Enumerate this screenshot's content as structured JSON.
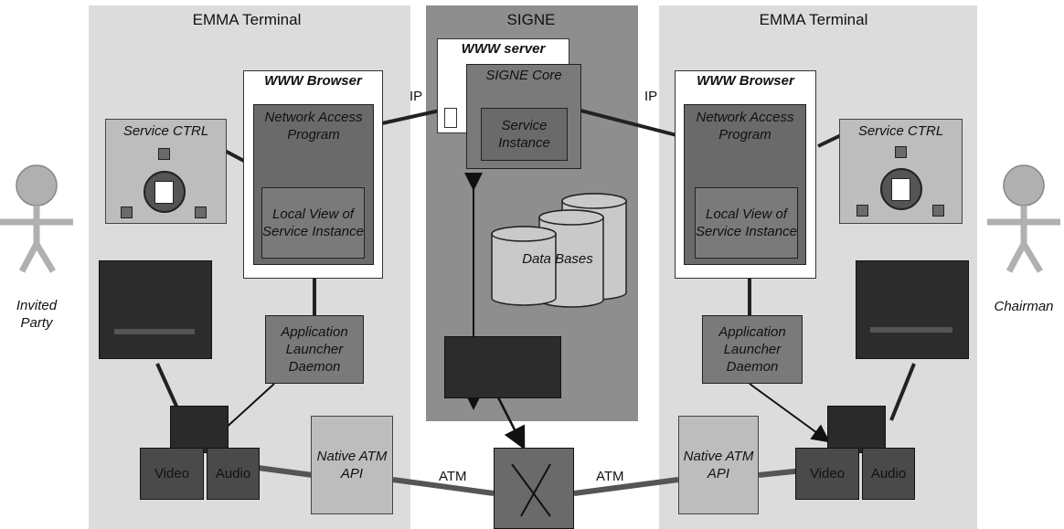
{
  "left_terminal": {
    "title": "EMMA Terminal",
    "browser": "WWW Browser",
    "network_access": "Network Access Program",
    "local_view": "Local View of Service Instance",
    "service_ctrl": "Service CTRL",
    "app_launcher": "Application Launcher Daemon",
    "native_atm": "Native ATM API",
    "video": "Video",
    "audio": "Audio"
  },
  "signe": {
    "title": "SIGNE",
    "www_server": "WWW server",
    "core": "SIGNE Core",
    "service_instance": "Service Instance",
    "databases": "Data Bases"
  },
  "right_terminal": {
    "title": "EMMA Terminal",
    "browser": "WWW Browser",
    "network_access": "Network Access Program",
    "local_view": "Local View of Service Instance",
    "service_ctrl": "Service CTRL",
    "app_launcher": "Application Launcher Daemon",
    "native_atm": "Native ATM API",
    "video": "Video",
    "audio": "Audio"
  },
  "links": {
    "ip_left": "IP",
    "ip_right": "IP",
    "atm_left": "ATM",
    "atm_right": "ATM"
  },
  "actors": {
    "left": "Invited Party",
    "right": "Chairman"
  },
  "colors": {
    "panel": "#dcdcdc",
    "signe": "#8e8e8e",
    "dark": "#6a6a6a",
    "black": "#2c2c2c"
  }
}
